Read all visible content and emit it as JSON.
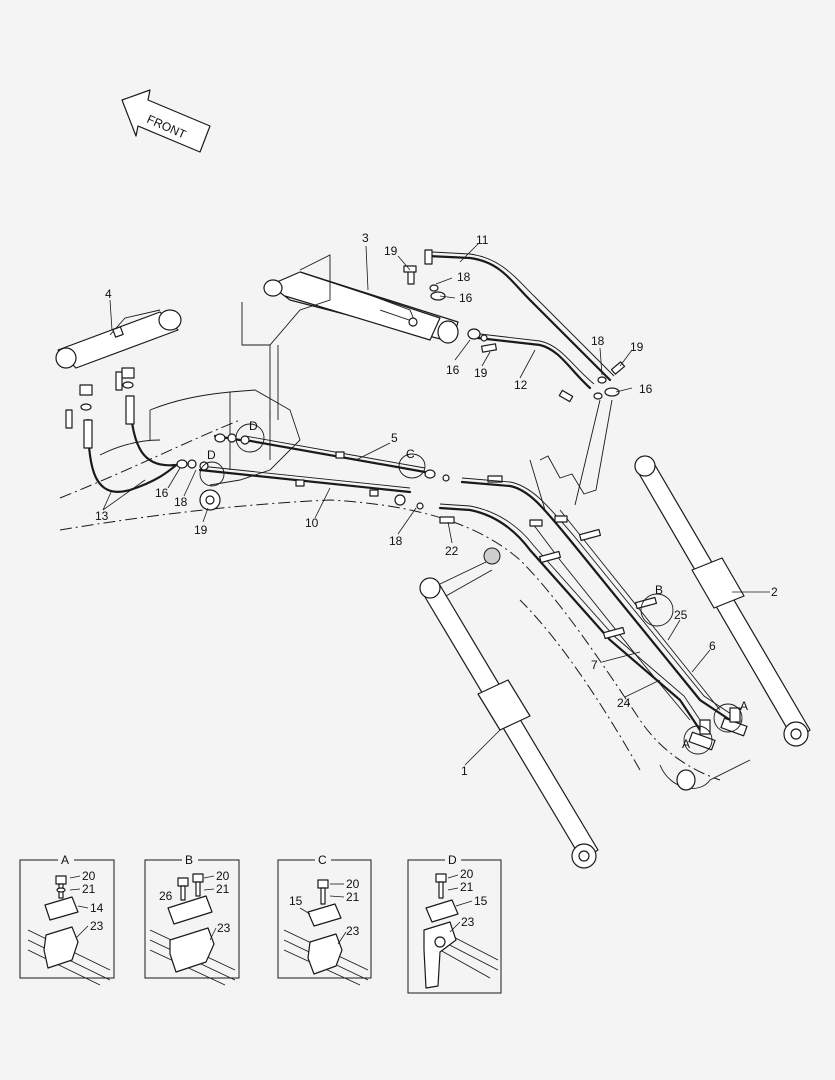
{
  "figure": {
    "front_arrow": "FRONT",
    "callouts": [
      "1",
      "2",
      "3",
      "4",
      "5",
      "6",
      "7",
      "10",
      "11",
      "12",
      "13",
      "16",
      "16",
      "16",
      "16",
      "18",
      "18",
      "18",
      "18",
      "19",
      "19",
      "19",
      "19",
      "22",
      "24",
      "25"
    ],
    "section_markers": [
      "A",
      "A",
      "B",
      "C",
      "D"
    ],
    "details": [
      {
        "title": "A",
        "labels": [
          "20",
          "21",
          "14",
          "23"
        ]
      },
      {
        "title": "B",
        "labels": [
          "20",
          "26",
          "21",
          "23"
        ]
      },
      {
        "title": "C",
        "labels": [
          "20",
          "21",
          "15",
          "23"
        ]
      },
      {
        "title": "D",
        "labels": [
          "20",
          "21",
          "15",
          "23"
        ]
      }
    ]
  }
}
